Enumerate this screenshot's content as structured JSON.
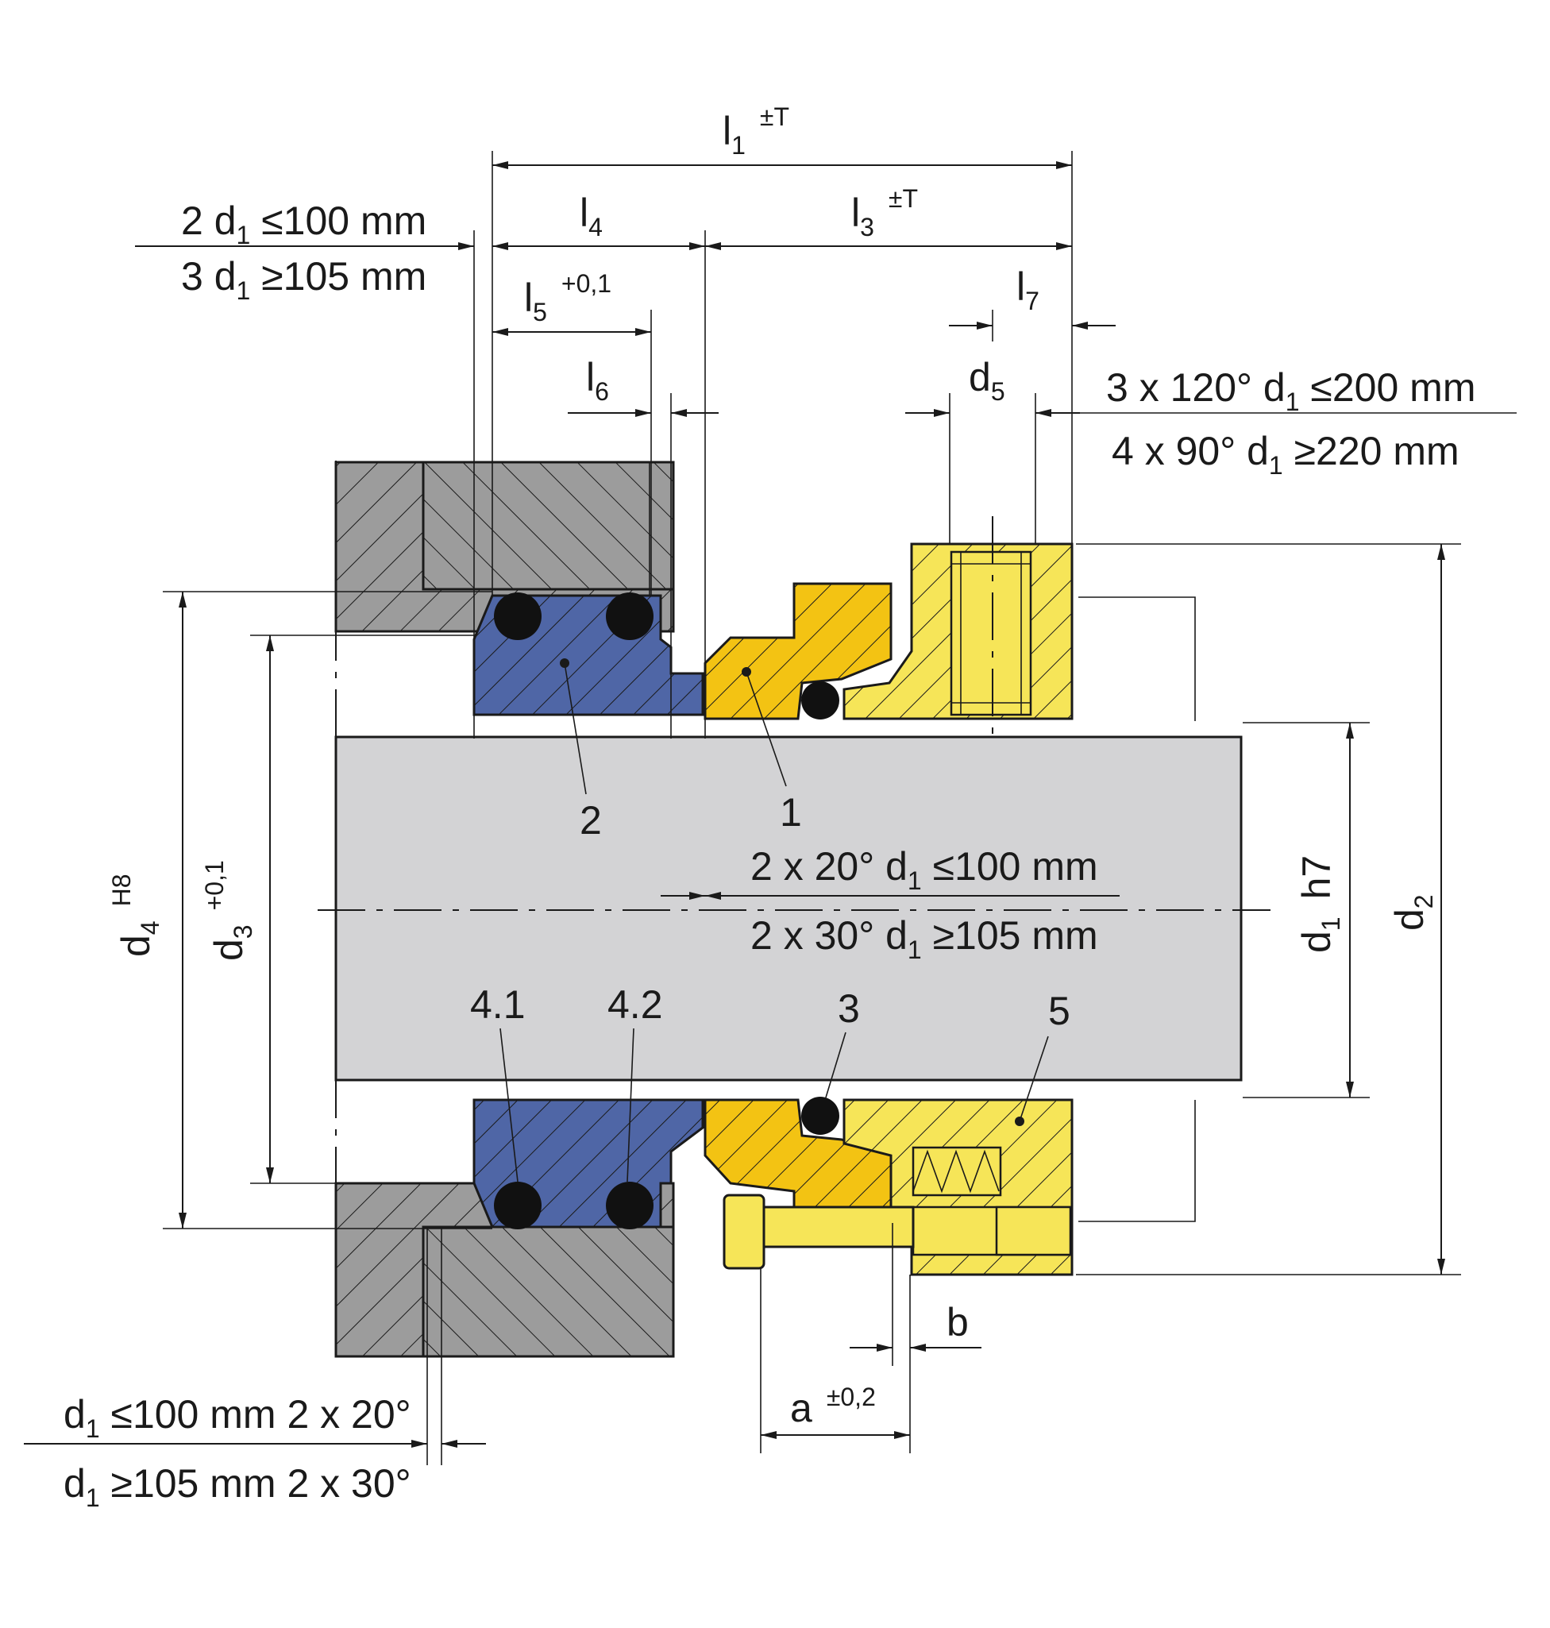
{
  "colors": {
    "housing": "#9c9c9c",
    "shaft": "#d3d3d5",
    "seat": "#4f66a6",
    "seal_ring": "#f3c313",
    "collar": "#f6e558",
    "oring": "#111111",
    "line": "#1a1a1a"
  },
  "dimensions": {
    "l1": {
      "sym": "l",
      "sub": "1",
      "tol": "±T"
    },
    "l3": {
      "sym": "l",
      "sub": "3",
      "tol": "±T"
    },
    "l4": {
      "sym": "l",
      "sub": "4"
    },
    "l5": {
      "sym": "l",
      "sub": "5",
      "tol": "+0,1"
    },
    "l6": {
      "sym": "l",
      "sub": "6"
    },
    "l7": {
      "sym": "l",
      "sub": "7"
    },
    "d5": {
      "sym": "d",
      "sub": "5"
    },
    "d4": {
      "sym": "d",
      "sub": "4",
      "tol": "H8"
    },
    "d3": {
      "sym": "d",
      "sub": "3",
      "tol": "+0,1"
    },
    "d1": {
      "sym": "d",
      "sub": "1",
      "tol": "h7"
    },
    "d2": {
      "sym": "d",
      "sub": "2"
    },
    "a": {
      "sym": "a",
      "tol": "±0,2"
    },
    "b": {
      "sym": "b"
    }
  },
  "notes": {
    "chamfer_top_1": {
      "a": "2 d",
      "sub": "1",
      "b": " ≤100 mm"
    },
    "chamfer_top_2": {
      "a": "3 d",
      "sub": "1",
      "b": " ≥105 mm"
    },
    "screws_1": {
      "a": "3 x 120° d",
      "sub": "1",
      "b": " ≤200 mm"
    },
    "screws_2": {
      "a": "4 x 90° d",
      "sub": "1",
      "b": " ≥220 mm"
    },
    "shaft_chamfer_1": {
      "a": "2 x 20° d",
      "sub": "1",
      "b": " ≤100 mm"
    },
    "shaft_chamfer_2": {
      "a": "2 x 30° d",
      "sub": "1",
      "b": " ≥105 mm"
    },
    "housing_chamfer_1": {
      "a": "d",
      "sub": "1",
      "b": " ≤100 mm 2 x 20°"
    },
    "housing_chamfer_2": {
      "a": "d",
      "sub": "1",
      "b": " ≥105 mm 2 x 30°"
    }
  },
  "parts": {
    "p1": "1",
    "p2": "2",
    "p3": "3",
    "p4_1": "4.1",
    "p4_2": "4.2",
    "p5": "5"
  }
}
